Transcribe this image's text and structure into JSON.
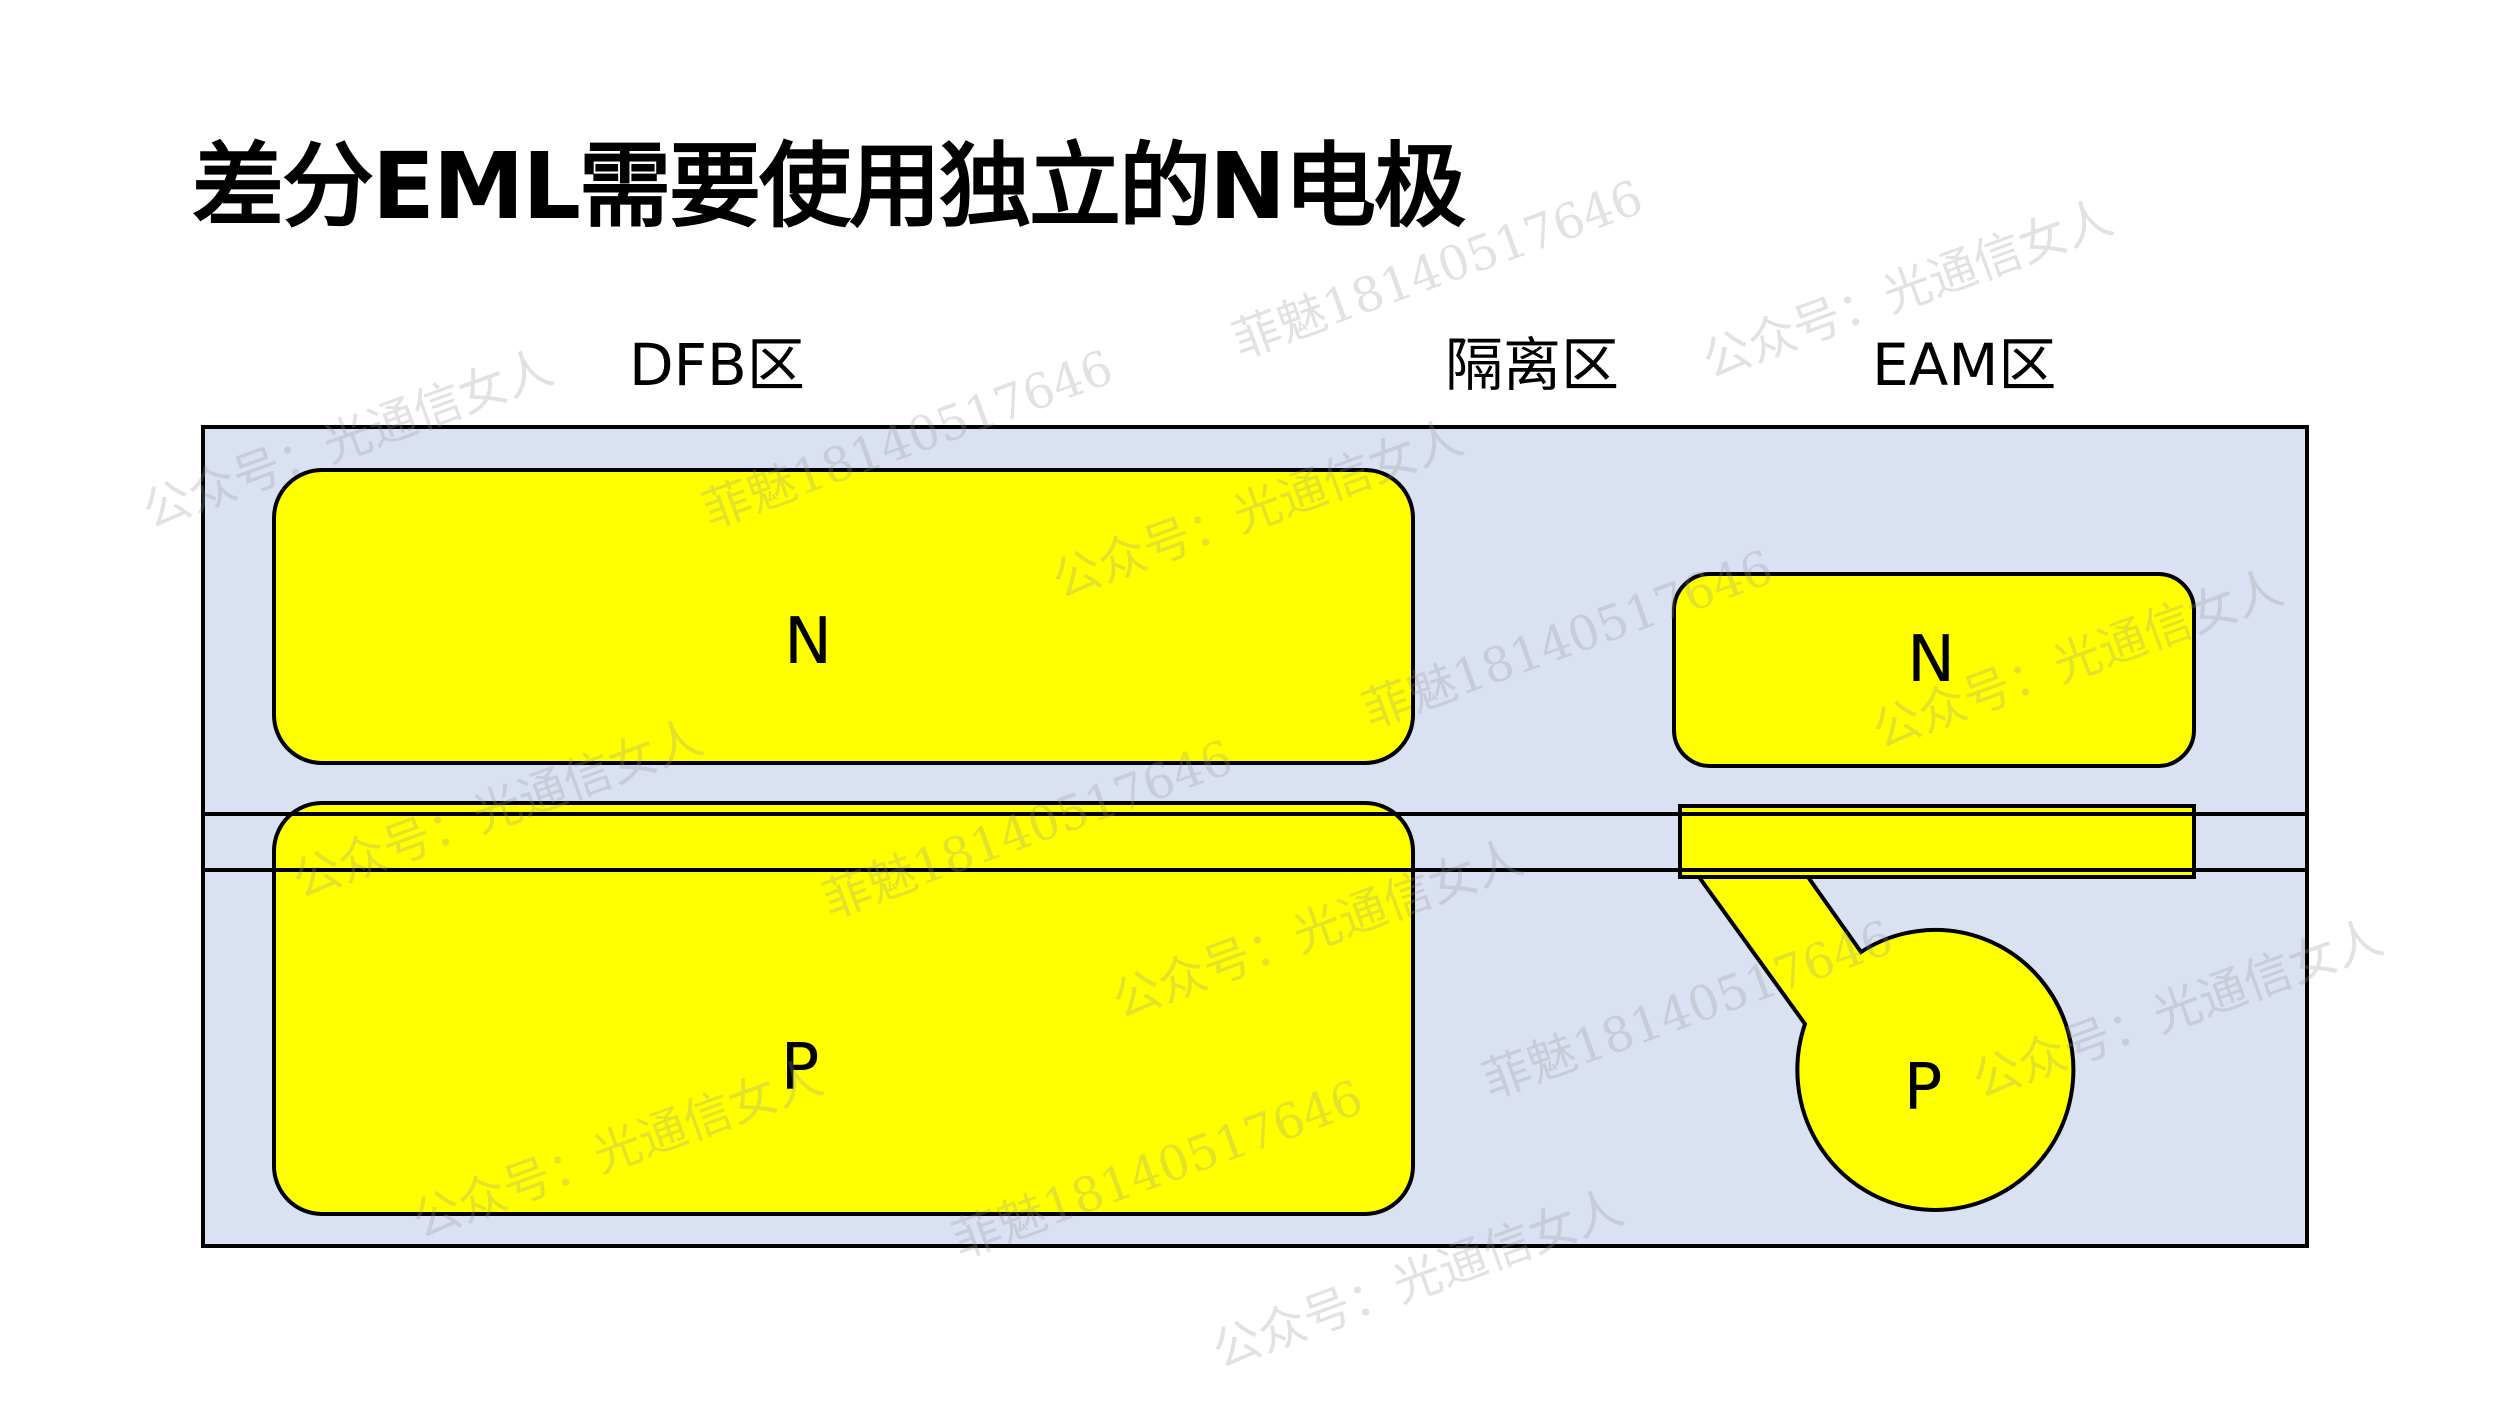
{
  "title": "差分EML需要使用独立的N电极",
  "regions": {
    "dfb": "DFB区",
    "isolation": "隔离区",
    "eam": "EAM区"
  },
  "electrodes": {
    "dfb_n": "N",
    "dfb_p": "P",
    "eam_n": "N",
    "eam_p": "P"
  },
  "colors": {
    "substrate": "#dae1f2",
    "electrode": "#ffff00",
    "outline": "#000000"
  },
  "watermarks": {
    "account": "公众号：光通信女人",
    "contact": "菲魅18140517646"
  }
}
